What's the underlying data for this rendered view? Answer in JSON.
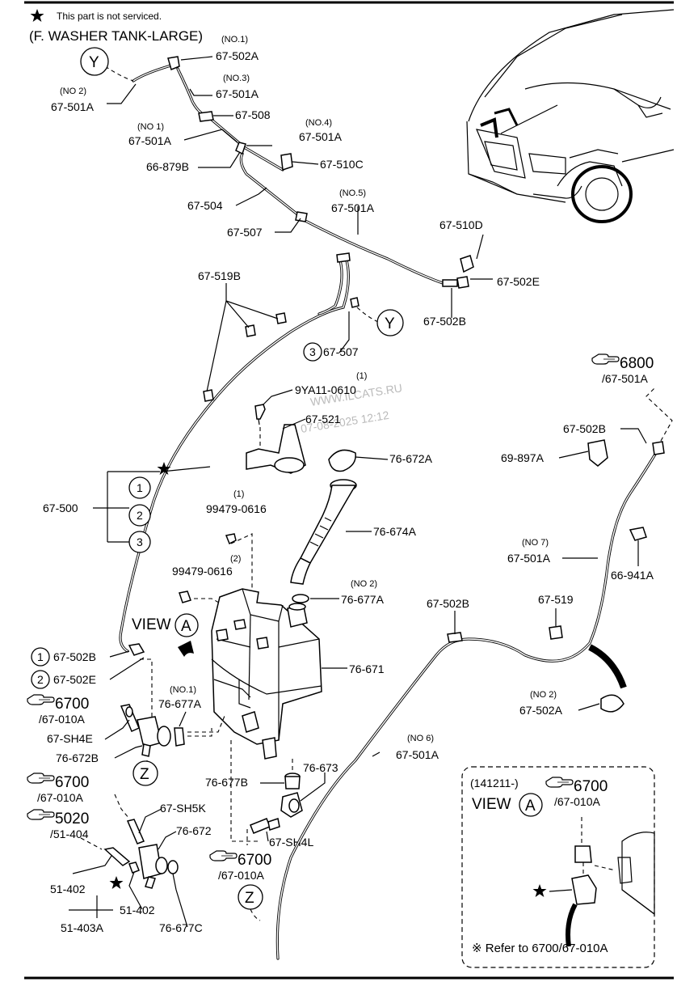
{
  "header": {
    "star_note": "This part is not serviced.",
    "title": "(F. WASHER TANK-LARGE)"
  },
  "watermark": [
    "WWW.ILCATS.RU",
    "07-08-2025 12:12"
  ],
  "labels": {
    "l67_502A_top": "67-502A",
    "no1_top": "(NO.1)",
    "no2_top": "(NO 2)",
    "l67_501A_a": "67-501A",
    "no3": "(NO.3)",
    "l67_501A_b": "67-501A",
    "l67_508": "67-508",
    "no1_b": "(NO 1)",
    "l67_501A_c": "67-501A",
    "no4": "(NO.4)",
    "l67_501A_d": "67-501A",
    "l66_879B": "66-879B",
    "l67_510C": "67-510C",
    "l67_504": "67-504",
    "no5": "(NO.5)",
    "l67_501A_e": "67-501A",
    "l67_507_a": "67-507",
    "l67_510D": "67-510D",
    "l67_502E_a": "67-502E",
    "l67_519B": "67-519B",
    "l67_502B_a": "67-502B",
    "l67_507_b": "67-507",
    "l9YA11": "9YA11-0610",
    "q1_a": "(1)",
    "l67_521": "67-521",
    "l76_672A": "76-672A",
    "l67_500": "67-500",
    "l99479_1": "99479-0616",
    "q1_b": "(1)",
    "q2_a": "(2)",
    "l99479_2": "99479-0616",
    "l76_674A": "76-674A",
    "no2_b": "(NO 2)",
    "l76_677A_a": "76-677A",
    "l76_671": "76-671",
    "l67_502B_b": "67-502B",
    "l67_502E_b": "67-502E",
    "no1_c": "(NO.1)",
    "l76_677A_b": "76-677A",
    "l67_SH4E": "67-SH4E",
    "l76_672B": "76-672B",
    "l76_677B": "76-677B",
    "l76_673": "76-673",
    "l67_SH5K": "67-SH5K",
    "l76_672": "76-672",
    "l67_SH4L": "67-SH4L",
    "l51_402_a": "51-402",
    "l51_402_b": "51-402",
    "l51_403A": "51-403A",
    "l76_677C": "76-677C",
    "no6": "(NO 6)",
    "l67_501A_f": "67-501A",
    "l67_502B_c": "67-502B",
    "l67_519": "67-519",
    "no7": "(NO 7)",
    "l67_501A_g": "67-501A",
    "l66_941A": "66-941A",
    "no2_c": "(NO 2)",
    "l67_502A_b": "67-502A",
    "l67_502B_d": "67-502B",
    "l69_897A": "69-897A",
    "view": "VIEW"
  },
  "callouts": {
    "Y": "Y",
    "Z": "Z",
    "A": "A",
    "n1": "1",
    "n2": "2",
    "n3": "3"
  },
  "refs": {
    "r6800": {
      "code": "6800",
      "sub": "/67-501A"
    },
    "r6700_a": {
      "code": "6700",
      "sub": "/67-010A"
    },
    "r6700_b": {
      "code": "6700",
      "sub": "/67-010A"
    },
    "r5020": {
      "code": "5020",
      "sub": "/51-404"
    },
    "r6700_c": {
      "code": "6700",
      "sub": "/67-010A"
    },
    "r6700_inset": {
      "code": "6700",
      "sub": "/67-010A"
    }
  },
  "inset": {
    "date_code": "(141211-)",
    "view_label": "VIEW",
    "note": "※ Refer to 6700/67-010A"
  },
  "icons": [
    "star-icon",
    "pointing-hand-icon",
    "arrow-icon"
  ]
}
